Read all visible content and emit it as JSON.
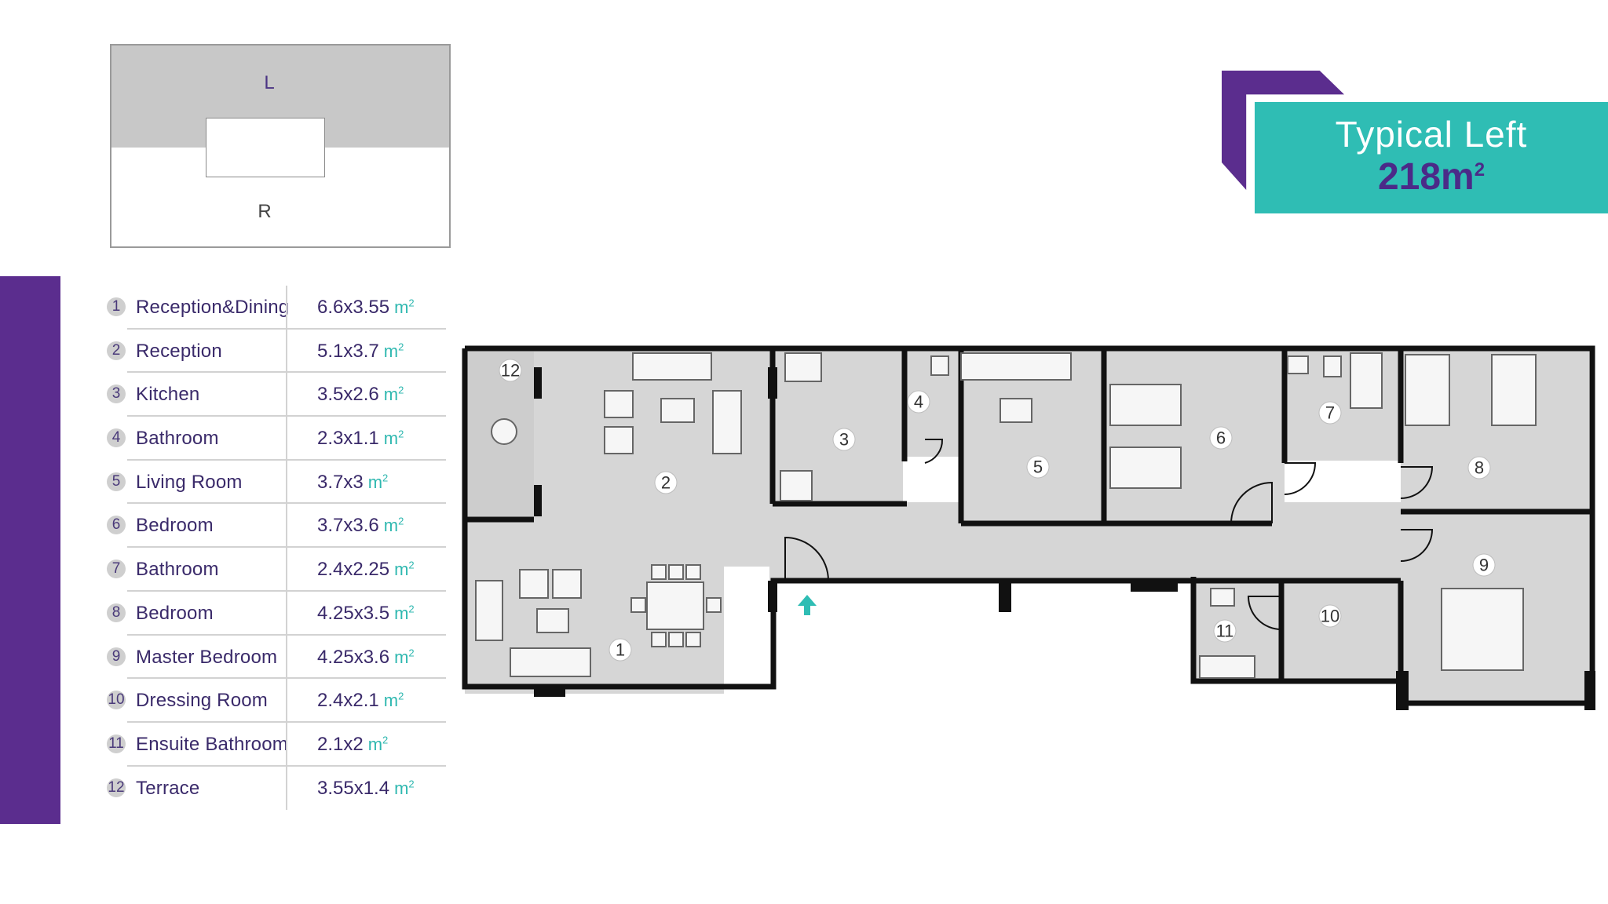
{
  "keyplan": {
    "top_label": "L",
    "bottom_label": "R"
  },
  "rooms": [
    {
      "num": "1",
      "name": "Reception&Dining",
      "dim": "6.6x3.55",
      "unit": "m",
      "sup": "2"
    },
    {
      "num": "2",
      "name": "Reception",
      "dim": "5.1x3.7",
      "unit": "m",
      "sup": "2"
    },
    {
      "num": "3",
      "name": "Kitchen",
      "dim": "3.5x2.6",
      "unit": "m",
      "sup": "2"
    },
    {
      "num": "4",
      "name": "Bathroom",
      "dim": "2.3x1.1",
      "unit": "m",
      "sup": "2"
    },
    {
      "num": "5",
      "name": "Living Room",
      "dim": "3.7x3",
      "unit": "m",
      "sup": "2"
    },
    {
      "num": "6",
      "name": "Bedroom",
      "dim": "3.7x3.6",
      "unit": "m",
      "sup": "2"
    },
    {
      "num": "7",
      "name": "Bathroom",
      "dim": "2.4x2.25",
      "unit": "m",
      "sup": "2"
    },
    {
      "num": "8",
      "name": "Bedroom",
      "dim": "4.25x3.5",
      "unit": "m",
      "sup": "2"
    },
    {
      "num": "9",
      "name": "Master Bedroom",
      "dim": "4.25x3.6",
      "unit": "m",
      "sup": "2"
    },
    {
      "num": "10",
      "name": "Dressing Room",
      "dim": "2.4x2.1",
      "unit": "m",
      "sup": "2"
    },
    {
      "num": "11",
      "name": "Ensuite Bathroom",
      "dim": "2.1x2",
      "unit": "m",
      "sup": "2"
    },
    {
      "num": "12",
      "name": "Terrace",
      "dim": "3.55x1.4",
      "unit": "m",
      "sup": "2"
    }
  ],
  "badge": {
    "title": "Typical Left",
    "area": "218m",
    "area_sup": "2"
  },
  "plan_labels": [
    "1",
    "2",
    "3",
    "4",
    "5",
    "6",
    "7",
    "8",
    "9",
    "10",
    "11",
    "12"
  ],
  "colors": {
    "purple": "#5b2d8e",
    "teal": "#2fbdb4",
    "wall": "#111111",
    "floor": "#d6d6d6"
  }
}
